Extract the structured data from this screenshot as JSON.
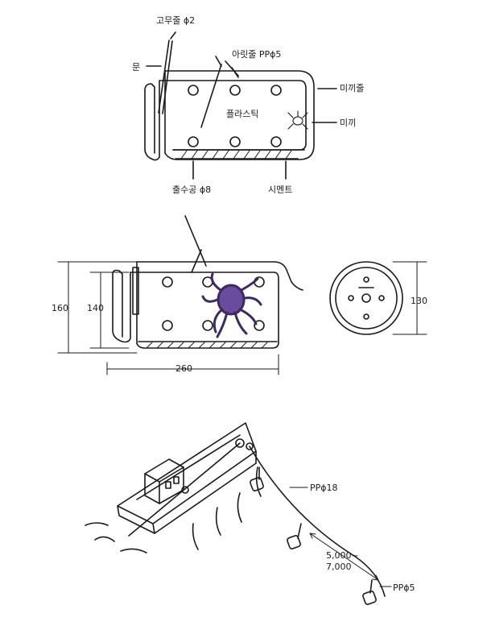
{
  "top_diagram": {
    "labels": {
      "rubber_cord": "고무줄 ϕ2",
      "door": "문",
      "branch_line": "아릿줄 PPϕ5",
      "plastic": "플라스틱",
      "bait_line": "미끼줄",
      "bait": "미끼",
      "drain_hole": "출수공 ϕ8",
      "cement": "시멘트"
    }
  },
  "middle_diagram": {
    "dimensions": {
      "height_outer": "160",
      "height_inner": "140",
      "length": "260",
      "diameter": "130"
    }
  },
  "bottom_diagram": {
    "labels": {
      "main_line": "PPϕ18",
      "spacing_top": "5,000~",
      "spacing_bottom": "7,000",
      "branch": "PPϕ5"
    }
  },
  "colors": {
    "ink": "#1a1a1a",
    "octopus": "#6a4c9c",
    "octopus_dark": "#3d2a63"
  }
}
